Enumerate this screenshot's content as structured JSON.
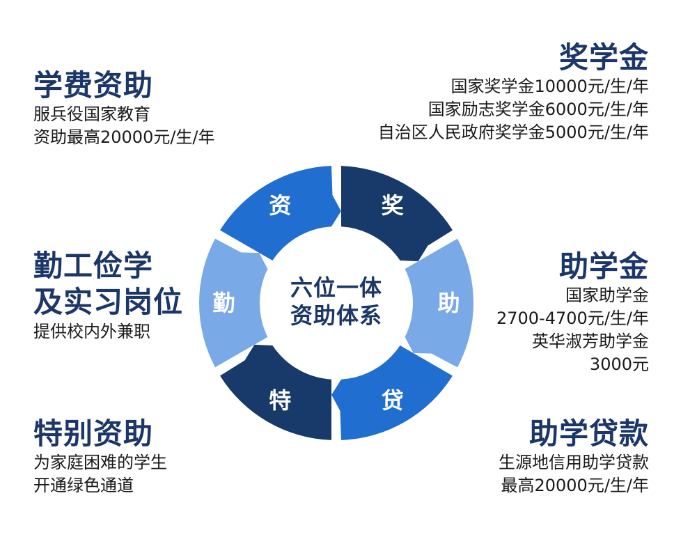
{
  "colors": {
    "dark_navy": "#173a6b",
    "medium_blue": "#1f6ed0",
    "light_blue": "#7aa9e8",
    "title_color": "#1b3668"
  },
  "center": {
    "line1": "六位一体",
    "line2": "资助体系"
  },
  "segments": [
    {
      "key": "jiang",
      "label": "奖",
      "color": "dark_navy"
    },
    {
      "key": "zhu",
      "label": "助",
      "color": "light_blue"
    },
    {
      "key": "dai",
      "label": "贷",
      "color": "medium_blue"
    },
    {
      "key": "te",
      "label": "特",
      "color": "dark_navy"
    },
    {
      "key": "qin",
      "label": "勤",
      "color": "light_blue"
    },
    {
      "key": "zi",
      "label": "资",
      "color": "medium_blue"
    }
  ],
  "blocks": {
    "tuition": {
      "title": "学费资助",
      "lines": [
        "服兵役国家教育",
        "资助最高20000元/生/年"
      ]
    },
    "scholarship": {
      "title": "奖学金",
      "lines": [
        "国家奖学金10000元/生/年",
        "国家励志奖学金6000元/生/年",
        "自治区人民政府奖学金5000元/生/年"
      ]
    },
    "work_study": {
      "title_lines": [
        "勤工俭学",
        "及实习岗位"
      ],
      "lines": [
        "提供校内外兼职"
      ]
    },
    "grant": {
      "title": "助学金",
      "lines": [
        "国家助学金",
        "2700-4700元/生/年",
        "英华淑芳助学金",
        "3000元"
      ]
    },
    "special": {
      "title": "特别资助",
      "lines": [
        "为家庭困难的学生",
        "开通绿色通道"
      ]
    },
    "loan": {
      "title": "助学贷款",
      "lines": [
        "生源地信用助学贷款",
        "最高20000元/生/年"
      ]
    }
  }
}
